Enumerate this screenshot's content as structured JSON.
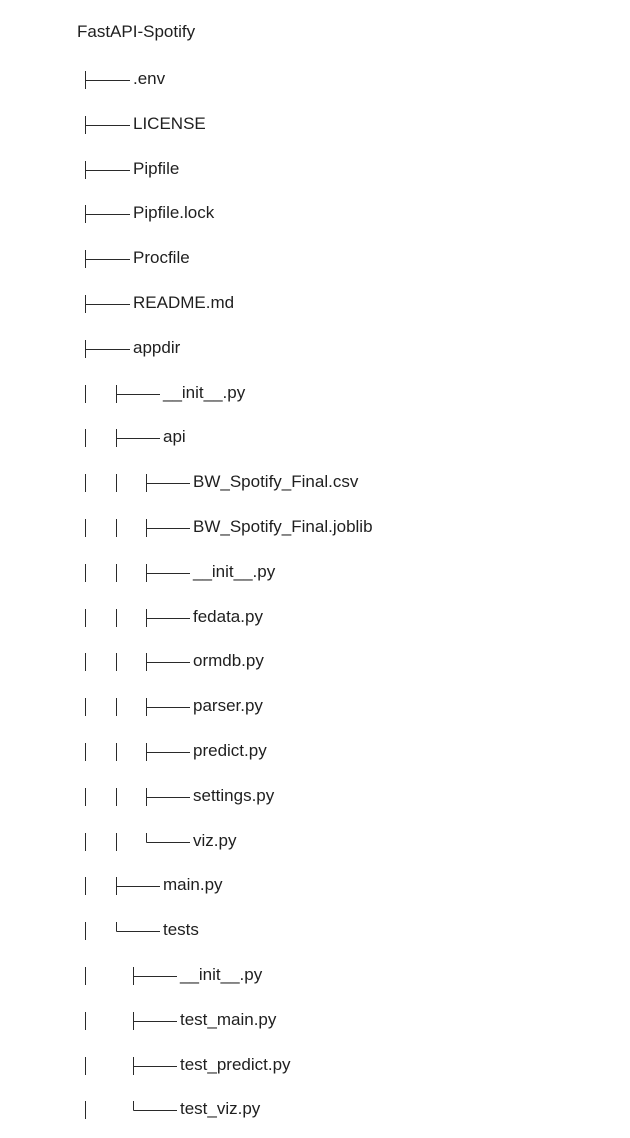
{
  "tree": {
    "root": "FastAPI-Spotify",
    "entries": [
      {
        "name": ".env",
        "depth": 0,
        "last": false,
        "type": "file"
      },
      {
        "name": "LICENSE",
        "depth": 0,
        "last": false,
        "type": "file"
      },
      {
        "name": "Pipfile",
        "depth": 0,
        "last": false,
        "type": "file"
      },
      {
        "name": "Pipfile.lock",
        "depth": 0,
        "last": false,
        "type": "file"
      },
      {
        "name": "Procfile",
        "depth": 0,
        "last": false,
        "type": "file"
      },
      {
        "name": "README.md",
        "depth": 0,
        "last": false,
        "type": "file"
      },
      {
        "name": "appdir",
        "depth": 0,
        "last": false,
        "type": "folder"
      },
      {
        "name": "__init__.py",
        "depth": 1,
        "last": false,
        "type": "file"
      },
      {
        "name": "api",
        "depth": 1,
        "last": false,
        "type": "folder"
      },
      {
        "name": "BW_Spotify_Final.csv",
        "depth": 2,
        "last": false,
        "type": "file"
      },
      {
        "name": "BW_Spotify_Final.joblib",
        "depth": 2,
        "last": false,
        "type": "file"
      },
      {
        "name": "__init__.py",
        "depth": 2,
        "last": false,
        "type": "file"
      },
      {
        "name": "fedata.py",
        "depth": 2,
        "last": false,
        "type": "file"
      },
      {
        "name": "ormdb.py",
        "depth": 2,
        "last": false,
        "type": "file"
      },
      {
        "name": "parser.py",
        "depth": 2,
        "last": false,
        "type": "file"
      },
      {
        "name": "predict.py",
        "depth": 2,
        "last": false,
        "type": "file"
      },
      {
        "name": "settings.py",
        "depth": 2,
        "last": false,
        "type": "file"
      },
      {
        "name": "viz.py",
        "depth": 2,
        "last": true,
        "type": "file"
      },
      {
        "name": "main.py",
        "depth": 1,
        "last": false,
        "type": "file"
      },
      {
        "name": "tests",
        "depth": 1,
        "last": true,
        "type": "folder"
      },
      {
        "name": "__init__.py",
        "depth": 2,
        "last": false,
        "type": "file"
      },
      {
        "name": "test_main.py",
        "depth": 2,
        "last": false,
        "type": "file"
      },
      {
        "name": "test_predict.py",
        "depth": 2,
        "last": false,
        "type": "file"
      },
      {
        "name": "test_viz.py",
        "depth": 2,
        "last": true,
        "type": "file"
      }
    ]
  }
}
